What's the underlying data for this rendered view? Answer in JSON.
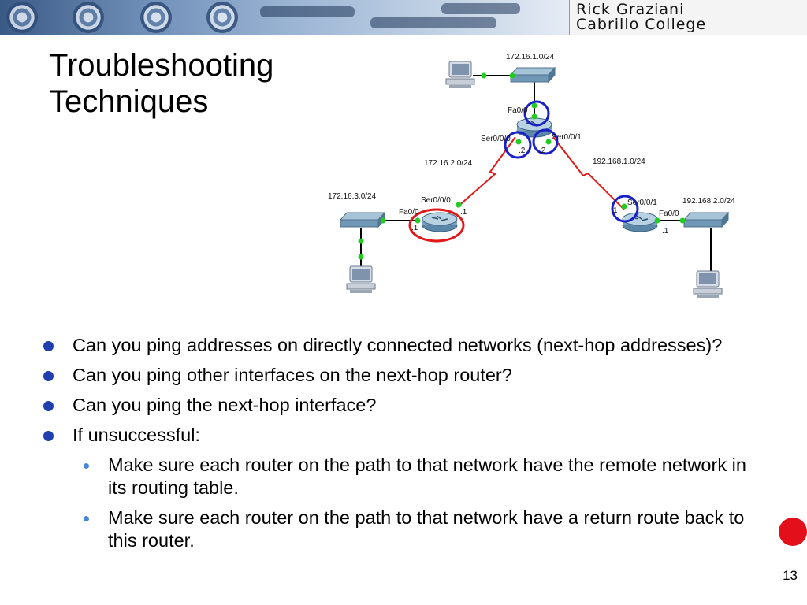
{
  "header": {
    "author": "Rick Graziani",
    "org": "Cabrillo College"
  },
  "slide": {
    "title_lines": [
      "Troubleshooting",
      "Techniques"
    ],
    "page_number": "13"
  },
  "diagram": {
    "network_labels": {
      "top_lan": "172.16.1.0/24",
      "left_wan": "172.16.2.0/24",
      "right_wan": "192.168.1.0/24",
      "left_lan": "172.16.3.0/24",
      "right_lan": "192.168.2.0/24"
    },
    "interface_labels": {
      "center_fa": "Fa0/0",
      "center_s0": "Ser0/0/0",
      "center_s1": "Ser0/0/1",
      "center_s0_host": ".2",
      "center_s1_host": ".2",
      "left_s0": "Ser0/0/0",
      "left_fa": "Fa0/0",
      "left_s0_host": ".1",
      "left_fa_host": ".1",
      "right_s1": "Ser0/0/1",
      "right_s1_host": "1",
      "right_fa": "Fa0/0",
      "right_fa_host": ".1"
    },
    "colors": {
      "link_serial": "#e01818",
      "link_ethernet": "#000000",
      "port_up": "#22cc22",
      "highlight_blue": "#1a20c8",
      "highlight_red": "#e01818"
    }
  },
  "bullets": [
    {
      "level": 1,
      "text": "Can you ping addresses on directly connected networks (next-hop addresses)?"
    },
    {
      "level": 1,
      "text": "Can you ping other interfaces on the next-hop router?"
    },
    {
      "level": 1,
      "text": "Can you ping the next-hop interface?"
    },
    {
      "level": 1,
      "text": "If unsuccessful:"
    },
    {
      "level": 2,
      "text": "Make sure each router on the path to that network have the remote network in its routing table."
    },
    {
      "level": 2,
      "text": "Make sure each router on the path to that network have a return route back to this router."
    }
  ]
}
